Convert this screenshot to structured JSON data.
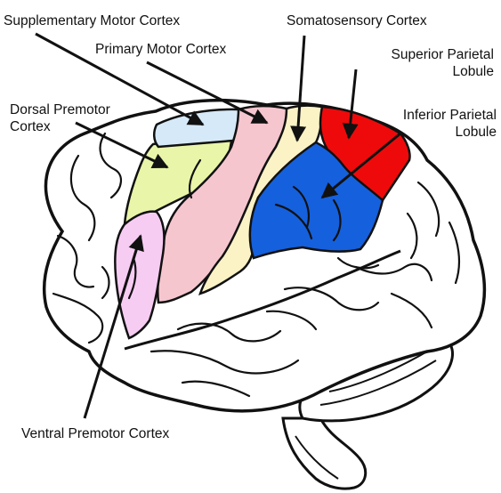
{
  "labels": {
    "supplementary_motor": "Supplementary Motor Cortex",
    "primary_motor": "Primary Motor Cortex",
    "somatosensory": "Somatosensory Cortex",
    "superior_parietal": [
      "Superior Parietal",
      "Lobule"
    ],
    "dorsal_premotor": [
      "Dorsal Premotor",
      "Cortex"
    ],
    "inferior_parietal": [
      "Inferior Parietal",
      "Lobule"
    ],
    "ventral_premotor": "Ventral Premotor Cortex"
  },
  "colors": {
    "supplementary_motor": "#d6e9f8",
    "primary_motor": "#f6c6cf",
    "somatosensory": "#fbf2c6",
    "superior_parietal": "#ee0a0a",
    "dorsal_premotor": "#e9f5a8",
    "inferior_parietal": "#1560dd",
    "ventral_premotor": "#f7ccf3",
    "outline": "#111111"
  }
}
